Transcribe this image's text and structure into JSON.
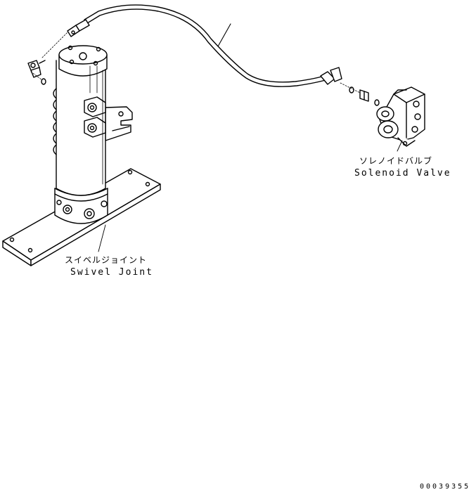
{
  "labels": {
    "solenoid_valve_jp": "ソレノイドバルブ",
    "solenoid_valve_en": "Solenoid Valve",
    "swivel_joint_jp": "スイベルジョイント",
    "swivel_joint_en": "Swivel Joint"
  },
  "part_number": "00039355",
  "colors": {
    "line": "#000000",
    "background": "#ffffff"
  }
}
